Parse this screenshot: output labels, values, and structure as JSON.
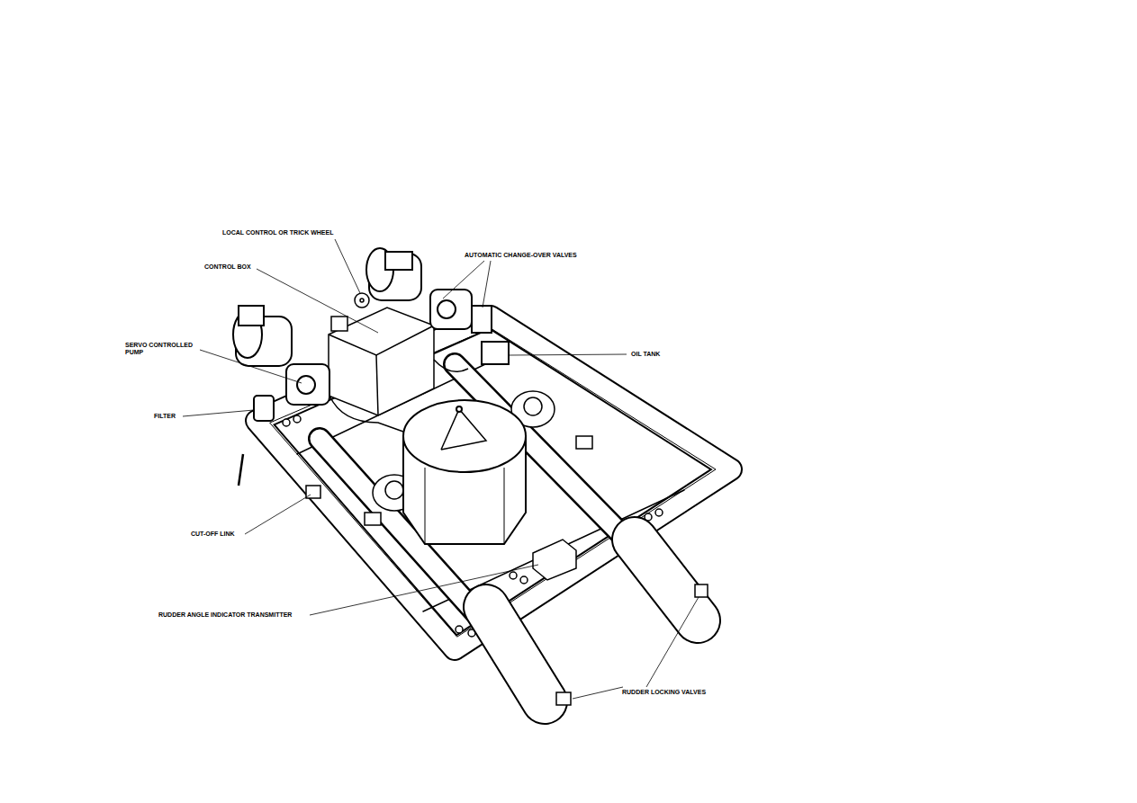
{
  "diagram": {
    "labels": [
      "LOCAL CONTROL OR TRICK WHEEL",
      "CONTROL BOX",
      "AUTOMATIC CHANGE-OVER VALVES",
      "SERVO CONTROLLED PUMP",
      "OIL TANK",
      "FILTER",
      "CUT-OFF LINK",
      "RUDDER ANGLE INDICATOR TRANSMITTER",
      "RUDDER LOCKING VALVES"
    ]
  }
}
